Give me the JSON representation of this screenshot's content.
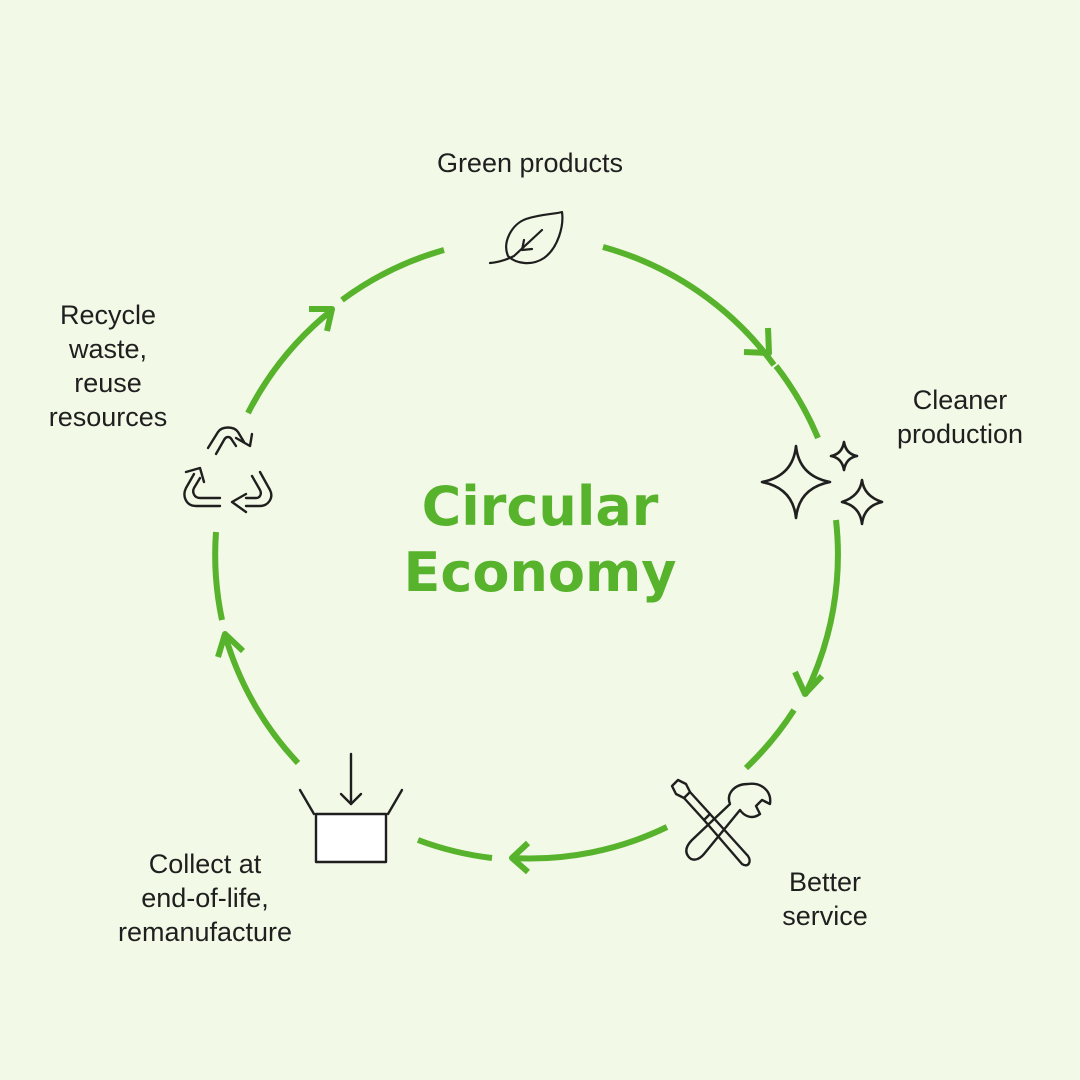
{
  "diagram": {
    "title_line1": "Circular",
    "title_line2": "Economy",
    "accent_color": "#57b22c",
    "background_color": "#f2f9e6",
    "stages": [
      {
        "icon": "leaf-icon",
        "lines": [
          "Green products"
        ]
      },
      {
        "icon": "sparkles-icon",
        "lines": [
          "Cleaner",
          "production"
        ]
      },
      {
        "icon": "tools-icon",
        "lines": [
          "Better",
          "service"
        ]
      },
      {
        "icon": "box-icon",
        "lines": [
          "Collect at",
          "end-of-life,",
          "remanufacture"
        ]
      },
      {
        "icon": "recycle-icon",
        "lines": [
          "Recycle",
          "waste,",
          "reuse",
          "resources"
        ]
      }
    ]
  }
}
